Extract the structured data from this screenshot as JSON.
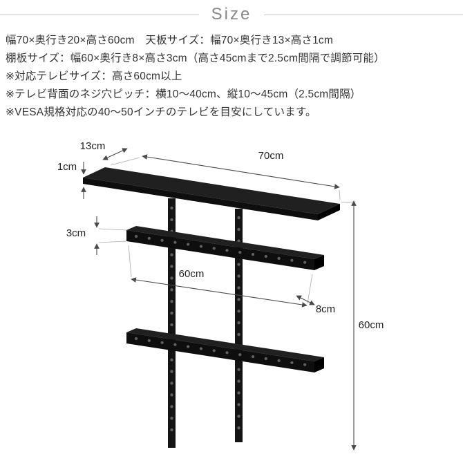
{
  "header": {
    "title": "Size"
  },
  "specs": {
    "lines": [
      "幅70×奥行き20×高さ60cm　天板サイズ：幅70×奥行き13×高さ1cm",
      "棚板サイズ：幅60×奥行き8×高さ3cm（高さ45cmまで2.5cm間隔で調節可能）",
      "※対応テレビサイズ：高さ60cm以上",
      "※テレビ背面のネジ穴ピッチ：横10〜40cm、縦10〜45cm（2.5cm間隔）",
      "※VESA規格対応の40〜50インチのテレビを目安にしています。"
    ]
  },
  "diagram": {
    "type": "dimension-drawing",
    "labels": {
      "top_board_depth": "13cm",
      "top_board_width": "70cm",
      "top_board_thickness": "1cm",
      "shelf_board_height": "3cm",
      "shelf_board_width": "60cm",
      "shelf_board_depth": "8cm",
      "overall_height": "60cm"
    },
    "colors": {
      "product": "#161616",
      "dimension_line": "#4a4a4a",
      "label_text": "#222222"
    }
  }
}
